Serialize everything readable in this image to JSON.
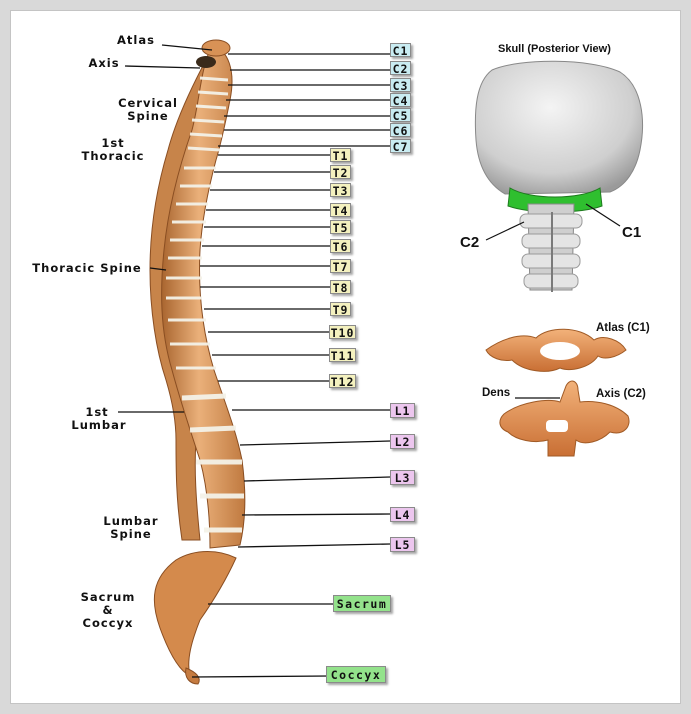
{
  "colors": {
    "background": "#d9d9d9",
    "panel": "#ffffff",
    "bone": "#e8a868",
    "bone_dark": "#b8703a",
    "disc": "#f0efe8",
    "skull": "#d8d8d8",
    "highlight_c1": "#2fbf2f",
    "cervical_tag": "#c9ecf2",
    "thoracic_tag": "#f4f1bf",
    "lumbar_tag": "#ecc6ee",
    "sacral_tag": "#93e28b"
  },
  "regions": {
    "atlas": "Atlas",
    "axis": "Axis",
    "cervical_1": "Cervical",
    "cervical_2": "Spine",
    "first_thoracic_1": "1st",
    "first_thoracic_2": "Thoracic",
    "thoracic_spine": "Thoracic Spine",
    "first_lumbar_1": "1st",
    "first_lumbar_2": "Lumbar",
    "lumbar_1": "Lumbar",
    "lumbar_2": "Spine",
    "sacrum_1": "Sacrum",
    "sacrum_2": "&",
    "sacrum_3": "Coccyx"
  },
  "vertebrae": {
    "cervical": [
      "C1",
      "C2",
      "C3",
      "C4",
      "C5",
      "C6",
      "C7"
    ],
    "thoracic": [
      "T1",
      "T2",
      "T3",
      "T4",
      "T5",
      "T6",
      "T7",
      "T8",
      "T9",
      "T10",
      "T11",
      "T12"
    ],
    "lumbar": [
      "L1",
      "L2",
      "L3",
      "L4",
      "L5"
    ],
    "sacrum": "Sacrum",
    "coccyx": "Coccyx"
  },
  "skull_view": {
    "title": "Skull (Posterior View)",
    "c2_label": "C2",
    "c1_label": "C1"
  },
  "atlas_axis_view": {
    "atlas_label": "Atlas (C1)",
    "dens_label": "Dens",
    "axis_label": "Axis (C2)"
  }
}
